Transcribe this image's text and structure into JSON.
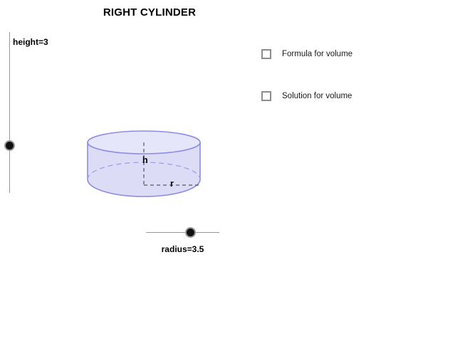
{
  "app": {
    "title": "RIGHT CYLINDER"
  },
  "controls": {
    "height_slider": {
      "label": "height=3",
      "value": 3,
      "orientation": "vertical",
      "knob_name": "height-slider-knob"
    },
    "radius_slider": {
      "label": "radius=3.5",
      "value": 3.5,
      "orientation": "horizontal",
      "knob_name": "radius-slider-knob"
    }
  },
  "checkboxes": [
    {
      "label": "Formula for volume",
      "checked": false
    },
    {
      "label": "Solution for volume",
      "checked": false
    }
  ],
  "figure": {
    "shape": "right-cylinder",
    "height_label": "h",
    "radius_label": "r",
    "colors": {
      "body_fill": "#dcdcf6",
      "top_fill": "#e6e6fa",
      "outline": "#8c8ce4",
      "hidden_edge": "#9a9ae8",
      "dimension_line": "#3a3a3a"
    }
  }
}
